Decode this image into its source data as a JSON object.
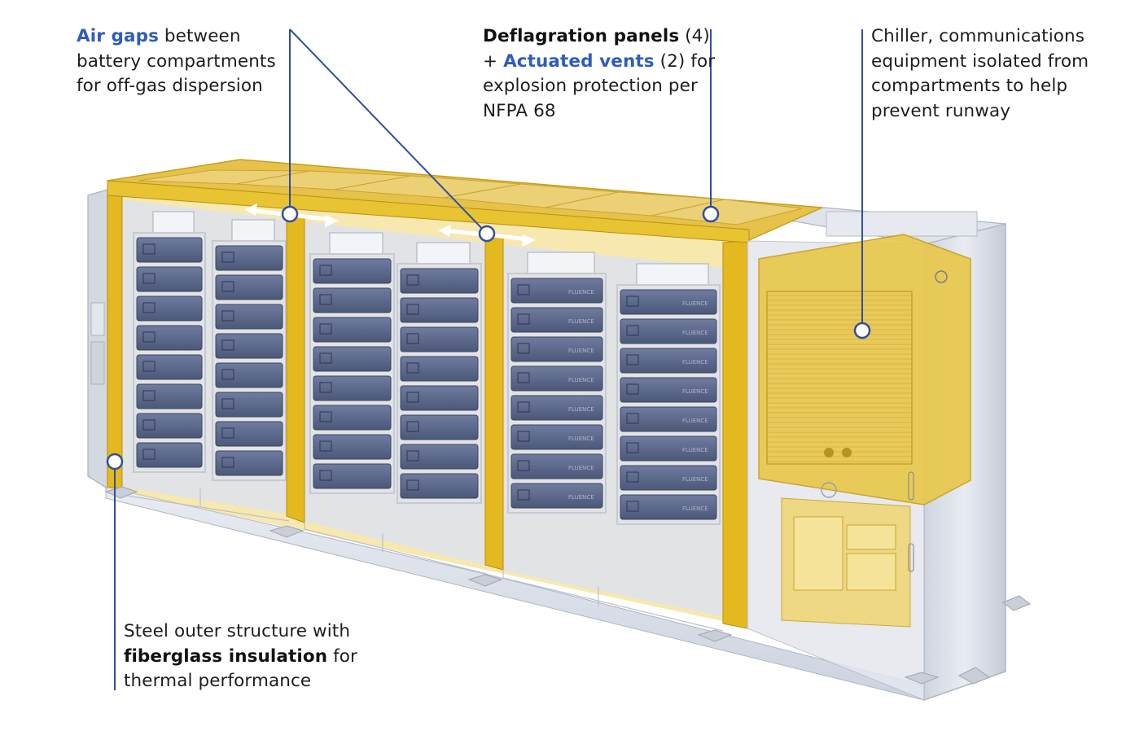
{
  "callouts": {
    "air_gaps": {
      "lines": [
        {
          "highlight": "Air gaps",
          "text": " between"
        },
        {
          "text": "battery compartments"
        },
        {
          "text": "for off-gas dispersion"
        }
      ]
    },
    "deflagration": {
      "lines": [
        {
          "head": "Deflagration panels",
          "text": " (4)"
        },
        {
          "prefix": "+ ",
          "highlight": "Actuated vents",
          "text": " (2) for"
        },
        {
          "text": "explosion protection per"
        },
        {
          "text": "NFPA 68"
        }
      ]
    },
    "chiller": {
      "lines": [
        {
          "text": "Chiller, communications"
        },
        {
          "text": "equipment isolated from"
        },
        {
          "text": "compartments to help"
        },
        {
          "text": "prevent runway"
        }
      ]
    },
    "steel": {
      "lines": [
        {
          "text": "Steel outer structure with"
        },
        {
          "head": "fiberglass insulation",
          "text": " for"
        },
        {
          "text": "thermal performance"
        }
      ]
    }
  },
  "battery_labels": {
    "module_brand": "FLUENCE"
  },
  "colors": {
    "accent_blue": "#2f5dbb",
    "leader_blue": "#2f4f9f",
    "frame_yellow": "#e9c12a",
    "panel_yellow": "#ecd076",
    "steel_grey": "#d7dbe3",
    "module_navy": "#5d6a8c"
  }
}
